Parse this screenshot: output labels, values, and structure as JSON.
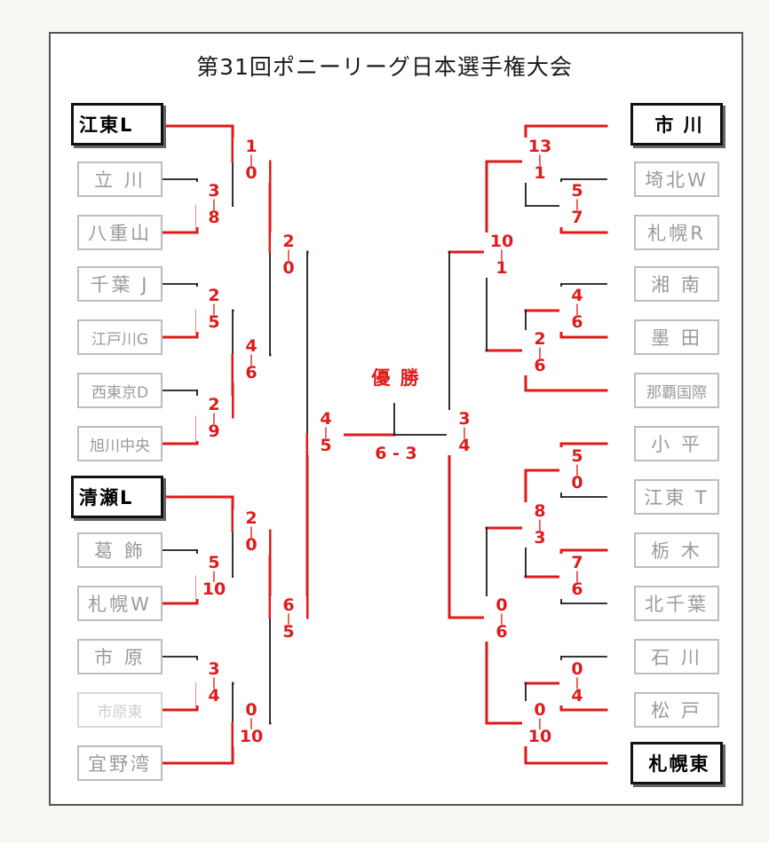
{
  "title": "第31回ポニーリーグ日本選手権大会",
  "champion_label": "優 勝",
  "final_score": "6 - 3",
  "left_teams": [
    "江東L",
    "立 川",
    "八重山",
    "千葉 J",
    "江戸川G",
    "西東京D",
    "旭川中央",
    "清瀬L",
    "葛 飾",
    "札幌W",
    "市 原",
    "市原東",
    "宜野湾"
  ],
  "right_teams": [
    "市 川",
    "埼北W",
    "札幌R",
    "湘 南",
    "墨 田",
    "那覇国際",
    "小 平",
    "江東 T",
    "栃 木",
    "北千葉",
    "石 川",
    "松 戸",
    "札幌東"
  ],
  "scores": {
    "l1": [
      "1",
      "0"
    ],
    "l2": [
      "3",
      "8"
    ],
    "l3": [
      "2",
      "0"
    ],
    "l4": [
      "2",
      "5"
    ],
    "l5": [
      "4",
      "6"
    ],
    "l6": [
      "2",
      "9"
    ],
    "l7": [
      "4",
      "5"
    ],
    "l8": [
      "2",
      "0"
    ],
    "l9": [
      "5",
      "10"
    ],
    "l10": [
      "6",
      "5"
    ],
    "l11": [
      "3",
      "4"
    ],
    "l12": [
      "0",
      "10"
    ],
    "r1": [
      "13",
      "1"
    ],
    "r2": [
      "5",
      "7"
    ],
    "r3": [
      "10",
      "1"
    ],
    "r4": [
      "4",
      "6"
    ],
    "r5": [
      "2",
      "6"
    ],
    "r6": [
      "3",
      "4"
    ],
    "r7": [
      "5",
      "0"
    ],
    "r8": [
      "8",
      "3"
    ],
    "r9": [
      "7",
      "6"
    ],
    "r10": [
      "0",
      "6"
    ],
    "r11": [
      "0",
      "4"
    ],
    "r12": [
      "0",
      "10"
    ]
  }
}
